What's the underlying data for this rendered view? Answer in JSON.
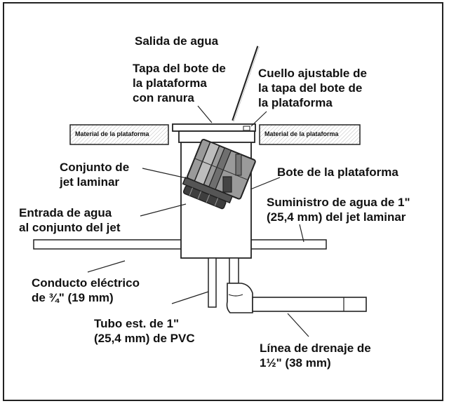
{
  "labels": {
    "water_outlet": "Salida de agua",
    "slotted_lid": "Tapa del bote de\nla plataforma\ncon ranura",
    "adjustable_collar": "Cuello ajustable de\nla tapa del bote de\nla plataforma",
    "platform_material_left": "Material de la plataforma",
    "platform_material_right": "Material de la plataforma",
    "jet_assembly": "Conjunto de\njet laminar",
    "platform_canister": "Bote de la plataforma",
    "water_supply": "Suministro de agua de 1\"\n(25,4 mm) del jet laminar",
    "water_inlet": "Entrada de agua\nal conjunto del jet",
    "electrical_conduit": "Conducto eléctrico\nde ¾\" (19 mm)",
    "pvc_standpipe": "Tubo est. de 1\"\n(25,4 mm) de PVC",
    "drain_line": "Línea de drenaje de\n1½\" (38 mm)"
  },
  "colors": {
    "line": "#222222",
    "fill_gray": "#9a9a9a",
    "fill_dark": "#555555",
    "background": "#ffffff"
  }
}
